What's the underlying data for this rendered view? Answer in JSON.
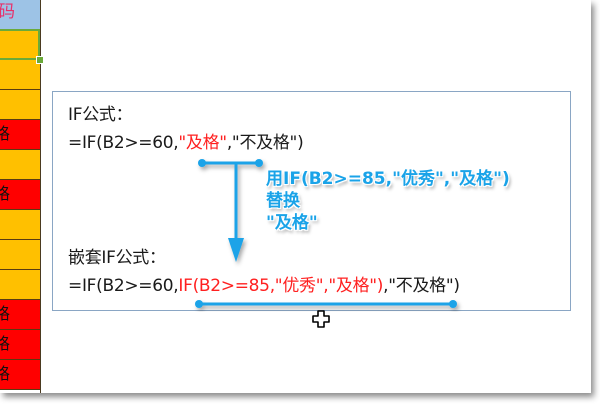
{
  "spreadsheet": {
    "header_cell": {
      "text": "码",
      "color": "#9dc3e6"
    },
    "cells": [
      {
        "status": "orange",
        "selected": true,
        "glyph": ""
      },
      {
        "status": "orange",
        "selected": false,
        "glyph": ""
      },
      {
        "status": "orange",
        "selected": false,
        "glyph": ""
      },
      {
        "status": "red",
        "selected": false,
        "glyph": "格"
      },
      {
        "status": "orange",
        "selected": false,
        "glyph": ""
      },
      {
        "status": "red",
        "selected": false,
        "glyph": "格"
      },
      {
        "status": "orange",
        "selected": false,
        "glyph": ""
      },
      {
        "status": "orange",
        "selected": false,
        "glyph": ""
      },
      {
        "status": "orange",
        "selected": false,
        "glyph": ""
      },
      {
        "status": "red",
        "selected": false,
        "glyph": "格"
      },
      {
        "status": "red",
        "selected": false,
        "glyph": "格"
      },
      {
        "status": "red",
        "selected": false,
        "glyph": "格"
      }
    ],
    "colors": {
      "orange": "#ffc000",
      "red": "#ff0000",
      "selection": "#6aaa3a"
    }
  },
  "formula_box": {
    "if_title": "IF公式：",
    "if_formula": {
      "prefix": "=IF(B2>=60,",
      "highlight": "\"及格\"",
      "suffix": ",\"不及格\")"
    },
    "nested_title": "嵌套IF公式：",
    "nested_formula": {
      "prefix": "=IF(B2>=60,",
      "highlight": "IF(B2>=85,\"优秀\",\"及格\")",
      "suffix": ",\"不及格\")"
    },
    "highlight_color": "#ff2020",
    "border_color": "#8aa6c4"
  },
  "callout": {
    "line1": "用IF(B2>=85,\"优秀\",\"及格\")",
    "line2": "替换",
    "line3": "\"及格\"",
    "color": "#1aa3e8"
  },
  "annotations": {
    "arrow_color": "#1aa3e8",
    "cursor": "move-cross-cursor"
  }
}
